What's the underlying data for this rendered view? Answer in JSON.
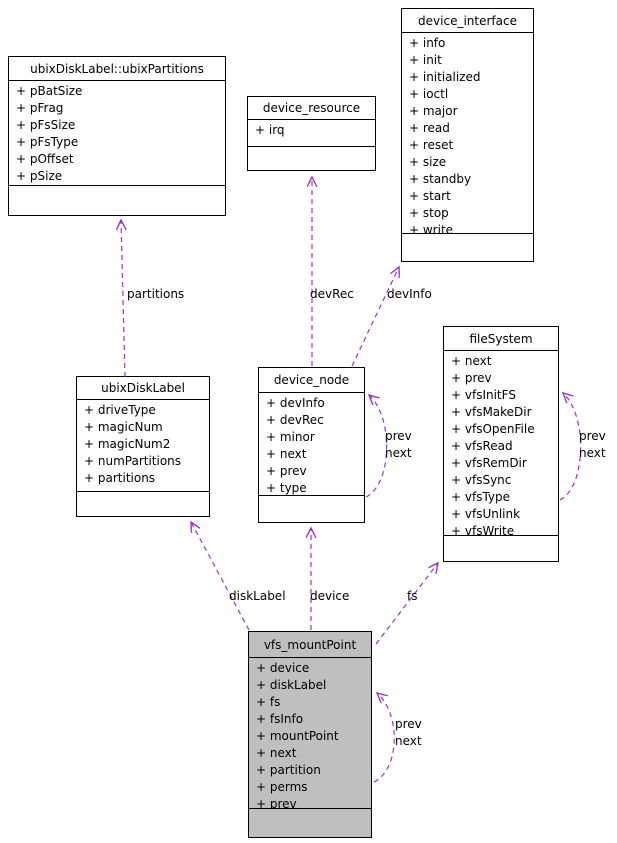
{
  "diagram": {
    "type": "uml-collaboration-graph",
    "edge_color": "#9a32cd",
    "highlight_fill": "#bfbfbf",
    "classes": [
      {
        "name": "ubixDiskLabel::ubixPartitions",
        "members": [
          "+ pBatSize",
          "+ pFrag",
          "+ pFsSize",
          "+ pFsType",
          "+ pOffset",
          "+ pSize"
        ]
      },
      {
        "name": "device_resource",
        "members": [
          "+ irq"
        ]
      },
      {
        "name": "device_interface",
        "members": [
          "+ info",
          "+ init",
          "+ initialized",
          "+ ioctl",
          "+ major",
          "+ read",
          "+ reset",
          "+ size",
          "+ standby",
          "+ start",
          "+ stop",
          "+ write"
        ]
      },
      {
        "name": "ubixDiskLabel",
        "members": [
          "+ driveType",
          "+ magicNum",
          "+ magicNum2",
          "+ numPartitions",
          "+ partitions"
        ]
      },
      {
        "name": "device_node",
        "members": [
          "+ devInfo",
          "+ devRec",
          "+ minor",
          "+ next",
          "+ prev",
          "+ type"
        ]
      },
      {
        "name": "fileSystem",
        "members": [
          "+ next",
          "+ prev",
          "+ vfsInitFS",
          "+ vfsMakeDir",
          "+ vfsOpenFile",
          "+ vfsRead",
          "+ vfsRemDir",
          "+ vfsSync",
          "+ vfsType",
          "+ vfsUnlink",
          "+ vfsWrite"
        ]
      },
      {
        "name": "vfs_mountPoint",
        "members": [
          "+ device",
          "+ diskLabel",
          "+ fs",
          "+ fsInfo",
          "+ mountPoint",
          "+ next",
          "+ partition",
          "+ perms",
          "+ prev"
        ]
      }
    ],
    "edges": [
      {
        "label": "partitions",
        "from": "ubixDiskLabel",
        "to": "ubixDiskLabel::ubixPartitions"
      },
      {
        "label": "devRec",
        "from": "device_node",
        "to": "device_resource"
      },
      {
        "label": "devInfo",
        "from": "device_node",
        "to": "device_interface"
      },
      {
        "label": "prev\nnext",
        "from": "device_node",
        "to": "device_node"
      },
      {
        "label": "prev\nnext",
        "from": "fileSystem",
        "to": "fileSystem"
      },
      {
        "label": "diskLabel",
        "from": "vfs_mountPoint",
        "to": "ubixDiskLabel"
      },
      {
        "label": "device",
        "from": "vfs_mountPoint",
        "to": "device_node"
      },
      {
        "label": "fs",
        "from": "vfs_mountPoint",
        "to": "fileSystem"
      },
      {
        "label": "prev\nnext",
        "from": "vfs_mountPoint",
        "to": "vfs_mountPoint"
      }
    ]
  }
}
